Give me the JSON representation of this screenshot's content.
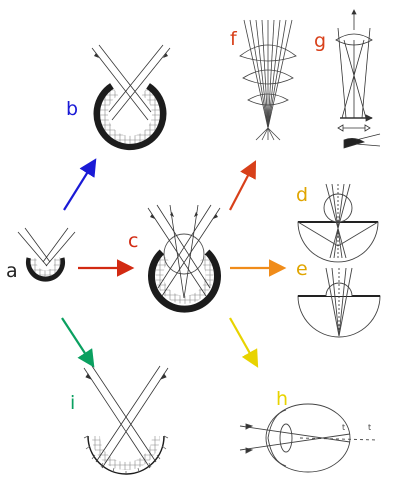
{
  "colors": {
    "blue": "#1a1ad6",
    "red": "#d22a12",
    "orange": "#f08c1a",
    "gold": "#e0a500",
    "yellow": "#e8d300",
    "green": "#0aa060",
    "dark": "#222222",
    "ink": "#333333"
  },
  "labels": {
    "a": "a",
    "b": "b",
    "c": "c",
    "d": "d",
    "e": "e",
    "f": "f",
    "g": "g",
    "h": "h",
    "i": "i",
    "h_t1": "t",
    "h_t2": "t"
  }
}
